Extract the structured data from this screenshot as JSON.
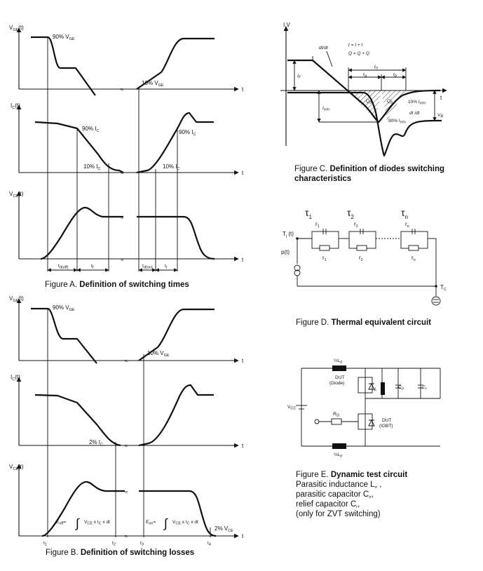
{
  "figA": {
    "caption_prefix": "Figure A.",
    "caption_bold": "Definition of switching times",
    "vge": "V",
    "vge_sub": "GE",
    "vge_suffix": "(t)",
    "ic": "I",
    "ic_sub": "C",
    "ic_suffix": "(t)",
    "vce": "V",
    "vce_sub": "CE",
    "vce_suffix": "(t)",
    "t": "t",
    "pct90_vge": "90% V",
    "pct10_vge": "10% V",
    "ge_sub": "GE",
    "pct90_ic": "90% I",
    "pct10_ic": "10% I",
    "c_sub": "C",
    "td_off": "t",
    "td_off_sub": "d(off)",
    "tf": "t",
    "tf_sub": "f",
    "td_on": "t",
    "td_on_sub": "d(on)",
    "tr": "t",
    "tr_sub": "r"
  },
  "figB": {
    "caption_prefix": "Figure B.",
    "caption_bold": "Definition of switching losses",
    "vge": "V",
    "vge_sub": "GE",
    "vge_suffix": "(t)",
    "ic": "I",
    "ic_sub": "C",
    "ic_suffix": "(t)",
    "vce": "V",
    "vce_sub": "CE",
    "vce_suffix": "(t)",
    "t": "t",
    "pct90_vge": "90% V",
    "pct10_vge": "10% V",
    "ge_sub": "GE",
    "pct2_ic": "2% I",
    "c_sub": "C",
    "pct2_vce": "2% V",
    "ce_sub": "CE",
    "eoff": "E",
    "eoff_sub": "off",
    "eoff_eq": "=",
    "eon": "E",
    "eon_sub": "on",
    "eon_eq": "=",
    "integrand": "V",
    "integrand_ce": "CE",
    "integrand_x1": " x I",
    "integrand_c": "C",
    "integrand_x2": " x dt",
    "t1": "t",
    "t1_sub": "1",
    "t2": "t",
    "t2_sub": "2",
    "t3": "t",
    "t3_sub": "3",
    "t4": "t",
    "t4_sub": "4"
  },
  "figC": {
    "caption_prefix": "Figure C.",
    "caption_bold_1": "Definition of diodes switching",
    "caption_bold_2": "characteristics",
    "iv": "I,V",
    "didt": "dI/dt",
    "eq1": "t   = t + t",
    "eq2": "Q   = Q + Q",
    "trr": "t",
    "rr_sub": "rr",
    "ta": "t",
    "a_sub": "a",
    "tb": "t",
    "b_sub": "b",
    "if": "I",
    "f_sub": "F",
    "irrm": "I",
    "rrm_sub": "rrm",
    "qa": "Q",
    "qb": "Q",
    "pct10": "10% I",
    "pct90": "90% I",
    "dirr": "dI   /dt",
    "vr": "V",
    "r_sub": "R",
    "t": "t"
  },
  "figD": {
    "caption_prefix": "Figure D.",
    "caption_bold": "Thermal equivalent circuit",
    "tau": "τ",
    "tau1_sub": "1",
    "tau2_sub": "2",
    "taun_sub": "n",
    "r": "r",
    "r1_sub": "1",
    "r2_sub": "2",
    "rn_sub": "n",
    "tj": "T",
    "tj_sub": "j",
    "tj_suffix": " (t)",
    "pt": "p(t)",
    "tc": "T",
    "tc_sub": "C"
  },
  "figE": {
    "caption_prefix": "Figure E.",
    "caption_bold": "Dynamic test circuit",
    "line1": "Parasitic inductance L",
    "line1_sub": "σ",
    "line1_end": " ,",
    "line2": "parasitic capacitor C",
    "line2_sub": "σ",
    "line2_end": ",",
    "line3": "relief capacitor C",
    "line3_sub": "r",
    "line3_end": ",",
    "line4": "(only for ZVT switching)",
    "half_l_top": "½L",
    "half_l_bot": "½L",
    "sigma": "σ",
    "dut_diode_1": "DUT",
    "dut_diode_2": "(Diode)",
    "dut_igbt_1": "DUT",
    "dut_igbt_2": "(IGBT)",
    "l_label": "L",
    "c_sigma": "C",
    "c_r": "C",
    "r_sub": "r",
    "rg": "R",
    "g_sub": "G",
    "vcc": "V",
    "cc_sub": "CC"
  }
}
